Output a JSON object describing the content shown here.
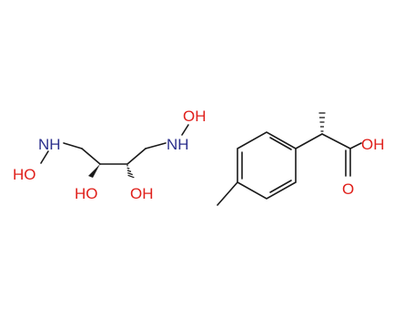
{
  "molecule_left": {
    "atoms": {
      "n_left": "NH",
      "oh_left": "HO",
      "n_right": "NH",
      "oh_right": "OH",
      "oh_c2": "HO",
      "oh_c3": "OH"
    }
  },
  "molecule_right": {
    "atoms": {
      "acid_oh": "OH",
      "carbonyl_o": "O"
    }
  },
  "colors": {
    "bond": "#1a1a1a",
    "nitrogen": "#2b2f8c",
    "oxygen": "#e0201b",
    "background": "#ffffff"
  }
}
